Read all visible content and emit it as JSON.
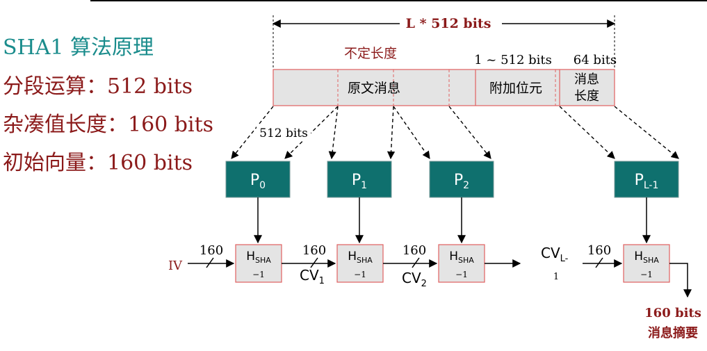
{
  "left_panel": {
    "title": "SHA1 算法原理",
    "segment": "分段运算：512 bits",
    "hash_len": "杂凑值长度：160 bits",
    "iv_len": "初始向量：160 bits"
  },
  "message": {
    "total_label": "L * 512 bits",
    "variable_len": "不定长度",
    "padding_range": "1 ~ 512 bits",
    "length_size": "64 bits",
    "original": "原文消息",
    "padding": "附加位元",
    "length_line1": "消息",
    "length_line2": "长度",
    "block_size": "512 bits"
  },
  "blocks": [
    {
      "main": "P",
      "sub": "0"
    },
    {
      "main": "P",
      "sub": "1"
    },
    {
      "main": "P",
      "sub": "2"
    },
    {
      "main": "P",
      "sub": "L-1"
    }
  ],
  "hashes": [
    {
      "main": "H",
      "sub": "SHA",
      "lower": "−1"
    },
    {
      "main": "H",
      "sub": "SHA",
      "lower": "−1"
    },
    {
      "main": "H",
      "sub": "SHA",
      "lower": "−1"
    },
    {
      "main": "H",
      "sub": "SHA",
      "lower": "−1"
    }
  ],
  "chain": {
    "iv": "IV",
    "width": "160",
    "cv1_main": "CV",
    "cv1_sub": "1",
    "cv2_main": "CV",
    "cv2_sub": "2",
    "cvl_main": "CV",
    "cvl_sub": "L-",
    "cvl_sub2": "1"
  },
  "output": {
    "bits": "160 bits",
    "label": "消息摘要"
  },
  "colors": {
    "teal": "#1a8c8c",
    "block_fill": "#0f706e",
    "dark_red": "#8b1a1a",
    "msg_border": "#e06060",
    "msg_fill": "#e4e4e4"
  }
}
